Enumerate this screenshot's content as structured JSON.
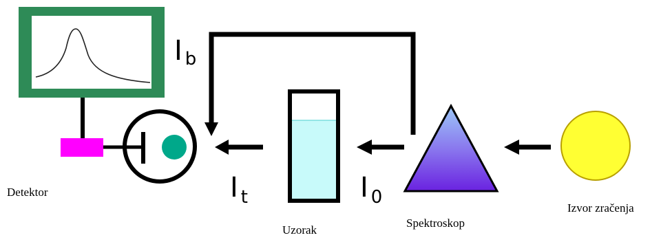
{
  "labels": {
    "detector": "Detektor",
    "sample": "Uzorak",
    "spectroscope": "Spektroskop",
    "source": "Izvor zračenja"
  },
  "intensities": {
    "reference": {
      "symbol": "I",
      "subscript": "b"
    },
    "transmitted": {
      "symbol": "I",
      "subscript": "t"
    },
    "incident": {
      "symbol": "I",
      "subscript": "0"
    }
  },
  "colors": {
    "monitor_frame": "#2e8b57",
    "detector_box": "#ff00ff",
    "detector_dot": "#00a88a",
    "liquid": "#c8fafa",
    "source_fill": "#ffff33",
    "source_stroke": "#b8a000",
    "prism_top": "#9cc8f8",
    "prism_bottom": "#6a22e0"
  }
}
